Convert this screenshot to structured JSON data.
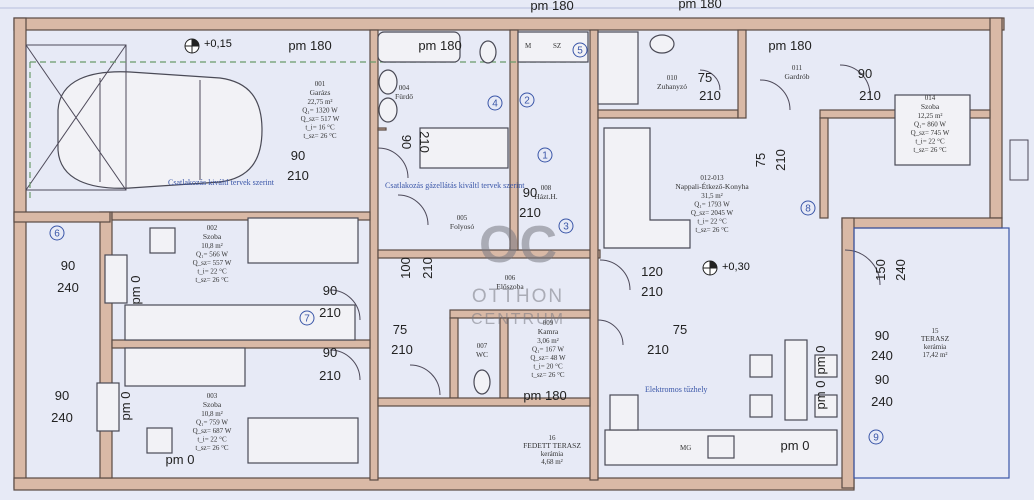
{
  "rooms": [
    {
      "id": "001",
      "name": "Garázs",
      "lines": [
        "22,75 m²",
        "Q₁= 1320 W",
        "Q_sz= 517 W",
        "t_i= 16 °C",
        "t_sz= 26 °C"
      ]
    },
    {
      "id": "004",
      "name": "Fürdő",
      "lines": []
    },
    {
      "id": "014",
      "name": "Szoba",
      "lines": [
        "12,25 m²",
        "Q₁= 860 W",
        "Q_sz= 745 W",
        "t_i= 22 °C",
        "t_sz= 26 °C"
      ]
    },
    {
      "id": "002",
      "name": "Szoba",
      "lines": [
        "10,8 m²",
        "Q₁= 566 W",
        "Q_sz= 557 W",
        "t_i= 22 °C",
        "t_sz= 26 °C"
      ]
    },
    {
      "id": "003",
      "name": "Szoba",
      "lines": [
        "10,8 m²",
        "Q₁= 759 W",
        "Q_sz= 687 W",
        "t_i= 22 °C",
        "t_sz= 26 °C"
      ]
    },
    {
      "id": "012-013",
      "name": "Nappali-Étkező-Konyha",
      "lines": [
        "31,5 m²",
        "Q₁= 1793 W",
        "Q_sz= 2045 W",
        "t_i= 22 °C",
        "t_sz= 26 °C"
      ]
    },
    {
      "id": "009",
      "name": "Kamra",
      "lines": [
        "3,06 m²",
        "Q₁= 167 W",
        "Q_sz= 48 W",
        "t_i= 20 °C",
        "t_sz= 26 °C"
      ]
    },
    {
      "id": "008",
      "name": "Házt.H.",
      "lines": []
    },
    {
      "id": "005",
      "name": "Folyosó",
      "lines": []
    },
    {
      "id": "006",
      "name": "Előszoba",
      "lines": []
    },
    {
      "id": "007",
      "name": "WC",
      "lines": []
    },
    {
      "id": "010",
      "name": "Zuhanyzó",
      "lines": []
    },
    {
      "id": "011",
      "name": "Gardrób",
      "lines": []
    }
  ],
  "terraces": [
    {
      "id": "15",
      "name": "TERASZ",
      "lines": [
        "kerámia",
        "17,42 m²"
      ]
    },
    {
      "id": "16",
      "name": "FEDETT TERASZ",
      "lines": [
        "kerámia",
        "4,68 m²"
      ]
    }
  ],
  "levels": [
    "+0,15",
    "+0,30"
  ],
  "pm_labels": [
    "pm 180",
    "pm 180",
    "pm 180",
    "pm 180",
    "pm 180",
    "pm 180",
    "pm 0",
    "pm 0",
    "pm 0",
    "pm 0",
    "pm 0",
    "pm 0"
  ],
  "dims": [
    "90",
    "210",
    "75",
    "210",
    "90",
    "210",
    "90",
    "240",
    "90",
    "240",
    "90",
    "210",
    "100",
    "210",
    "120",
    "210",
    "75",
    "210",
    "75",
    "210",
    "150",
    "240",
    "90",
    "240",
    "90",
    "240",
    "90",
    "210",
    "90",
    "210",
    "75",
    "210",
    "90",
    "210"
  ],
  "notes": [
    "Csatlakozás kiváltl tervek szerint",
    "Csatlakozás gázellátás kiváltl tervek szerint",
    "Elektromos tűzhely"
  ],
  "appliances": [
    "M",
    "SZ",
    "MG"
  ],
  "markers": [
    "1",
    "2",
    "3",
    "4",
    "5",
    "6",
    "7",
    "8",
    "9"
  ],
  "watermark": {
    "brand": "OTTHON",
    "brand2": "CENTRUM",
    "logo": "OC"
  }
}
